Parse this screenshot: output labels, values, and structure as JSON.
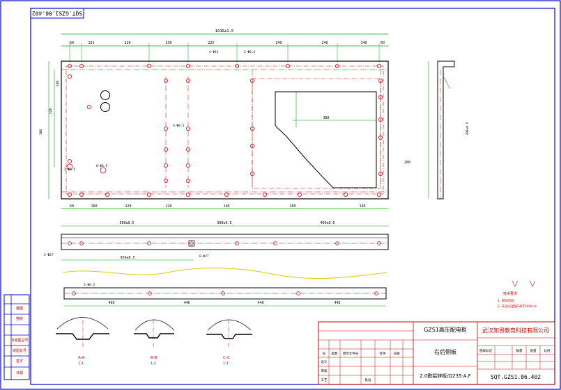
{
  "corner_code": "SQT.GZS1.06.402",
  "title_block": {
    "product": "GZS1高压配电柜",
    "part_name": "右后侧板",
    "material": "2.0敷铝锌板/Q235-A.F",
    "company": "武汉知畏教育科技有限公司",
    "drawing_no": "SQT.GZS1.06.402",
    "headers": [
      "标",
      "处数",
      "更改文件号",
      "签字",
      "日期"
    ],
    "roles": [
      "设计",
      "审核",
      "工艺",
      "批准"
    ],
    "right_headers": [
      "图样标记",
      "数量",
      "质量",
      "比例"
    ]
  },
  "left_strip": [
    "描图",
    "描校",
    "旧底图总号",
    "底图总号",
    "签字",
    "日期"
  ],
  "notes": {
    "title": "技术要求",
    "items": [
      "1. 去除毛刺",
      "2. 未注公差按GB/T1804-m"
    ]
  },
  "sections": [
    {
      "label": "A-A",
      "scale": "1:1"
    },
    {
      "label": "B-B",
      "scale": "1:1"
    },
    {
      "label": "C-C",
      "scale": "1:1"
    }
  ],
  "dims": {
    "overall": "1016±1.5",
    "top_row": [
      "60",
      "131",
      "220",
      "230",
      "225",
      "240",
      "240",
      "140",
      "60"
    ],
    "bottom_row": [
      "60",
      "160",
      "220",
      "220",
      "190",
      "260",
      "140"
    ],
    "strip1_top": [
      "560±0.5",
      "500±0.5",
      "460±0.5"
    ],
    "strip1_bottom": "950±0.5",
    "strip2_row": [
      "460",
      "440",
      "440",
      "445"
    ],
    "holes": [
      "4-Φ13",
      "2-Φ8.5",
      "6-Φ8.5",
      "2-Φ6.5",
      "8-Φ6.5"
    ],
    "right_view": "390±0.5",
    "strip1_left": "2-Φ27",
    "strip1_right": "8-Φ27",
    "strip2_hole": "5-Φ8.5",
    "inner_w": "380",
    "inner_h": "280",
    "left_v": [
      "380",
      "520",
      "400"
    ]
  }
}
